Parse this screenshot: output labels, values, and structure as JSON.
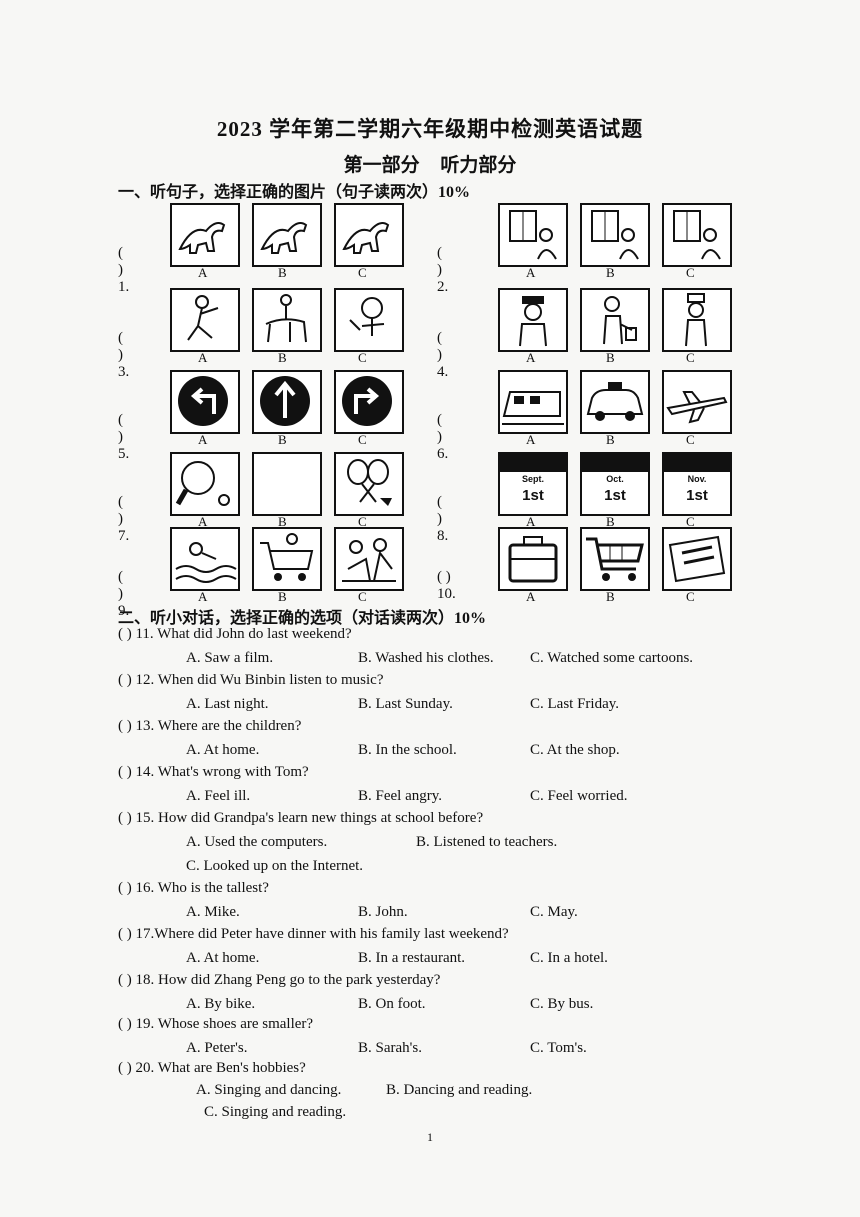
{
  "title": "2023 学年第二学期六年级期中检测英语试题",
  "part": {
    "name": "第一部分",
    "title": "听力部分"
  },
  "section1": {
    "heading": "一、听句子，选择正确的图片（句子读两次）10%",
    "options": [
      "A",
      "B",
      "C"
    ],
    "questions": [
      {
        "label": "(   ) 1.",
        "icons": [
          "dinosaur-icon",
          "dinosaur-icon",
          "dinosaur-icon"
        ]
      },
      {
        "label": "(   ) 2.",
        "icons": [
          "window-icon",
          "window-icon",
          "window-icon"
        ]
      },
      {
        "label": "(   ) 3.",
        "icons": [
          "rider-icon",
          "horse-rider-icon",
          "boy-painting-icon"
        ]
      },
      {
        "label": "(   ) 4.",
        "icons": [
          "police-icon",
          "postman-icon",
          "doctor-icon"
        ]
      },
      {
        "label": "(   ) 5.",
        "icons": [
          "turn-left-sign-icon",
          "go-straight-sign-icon",
          "turn-right-sign-icon"
        ]
      },
      {
        "label": "(   ) 6.",
        "icons": [
          "train-icon",
          "taxi-icon",
          "plane-icon"
        ]
      },
      {
        "label": "(   ) 7.",
        "icons": [
          "ping-pong-icon",
          "blank-icon",
          "badminton-icon"
        ]
      },
      {
        "label": "(   ) 8.",
        "icons": [
          "calendar-icon",
          "calendar-icon",
          "calendar-icon"
        ],
        "calendar": [
          {
            "month": "Sept.",
            "day": "1st"
          },
          {
            "month": "Oct.",
            "day": "1st"
          },
          {
            "month": "Nov.",
            "day": "1st"
          }
        ]
      },
      {
        "label": "(   ) 9.",
        "icons": [
          "swimming-icon",
          "shopping-icon",
          "picnic-icon"
        ]
      },
      {
        "label": "(   ) 10.",
        "icons": [
          "suitcase-icon",
          "shopping-cart-icon",
          "ticket-icon"
        ]
      }
    ]
  },
  "section2": {
    "heading": "二、听小对话，选择正确的选项（对话读两次）10%",
    "questions": [
      {
        "q": "(    ) 11. What did John do last weekend?",
        "a": "A.  Saw a film.",
        "b": "B. Washed his clothes.",
        "c": "C. Watched some cartoons."
      },
      {
        "q": "(    ) 12. When did Wu Binbin listen to music?",
        "a": "A.  Last night.",
        "b": "B. Last Sunday.",
        "c": "C. Last Friday."
      },
      {
        "q": "(    ) 13. Where are the children?",
        "a": "A.  At home.",
        "b": "B. In the school.",
        "c": "C. At the shop."
      },
      {
        "q": "(    ) 14. What's wrong with Tom?",
        "a": "A. Feel ill.",
        "b": "B. Feel angry.",
        "c": "C. Feel worried."
      },
      {
        "q": "(    ) 15. How did Grandpa's learn new things at school before?",
        "a": "A.  Used the computers.",
        "b": "B. Listened to teachers.",
        "c": "C. Looked up on the Internet."
      },
      {
        "q": "(    ) 16. Who is the tallest?",
        "a": "A.  Mike.",
        "b": "B. John.",
        "c": "C. May."
      },
      {
        "q": "(    ) 17.Where did Peter have dinner with his family last weekend?",
        "a": "A. At home.",
        "b": "B. In a restaurant.",
        "c": "C. In a hotel."
      },
      {
        "q": "(    ) 18. How did Zhang Peng go to the park yesterday?",
        "a": "A.  By bike.",
        "b": "B. On foot.",
        "c": "C. By bus."
      },
      {
        "q": "(    ) 19. Whose shoes are smaller?",
        "a": "A. Peter's.",
        "b": "B. Sarah's.",
        "c": "C. Tom's."
      },
      {
        "q": "(    ) 20. What are Ben's hobbies?",
        "a": "A. Singing and dancing.",
        "b": "B. Dancing and reading.",
        "c": "C. Singing and reading."
      }
    ]
  },
  "page_number": "1"
}
